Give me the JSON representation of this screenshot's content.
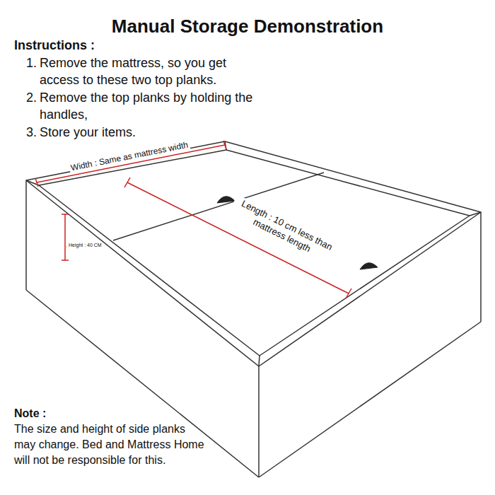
{
  "diagram": {
    "title": "Manual Storage Demonstration",
    "labels": [
      "Instructions :",
      "1.",
      "Remove the mattress, so you get access to these two top planks.",
      "2.",
      "Remove the top planks by holding the handles,",
      "3.",
      "Store your items.",
      "Width : Same as mattress width",
      "Height : 40 CM",
      "Length : 10 cm less than mattress length",
      "Note :",
      "The size and height of side planks may change. Bed and Mattress Home will not be responsible for this."
    ]
  }
}
